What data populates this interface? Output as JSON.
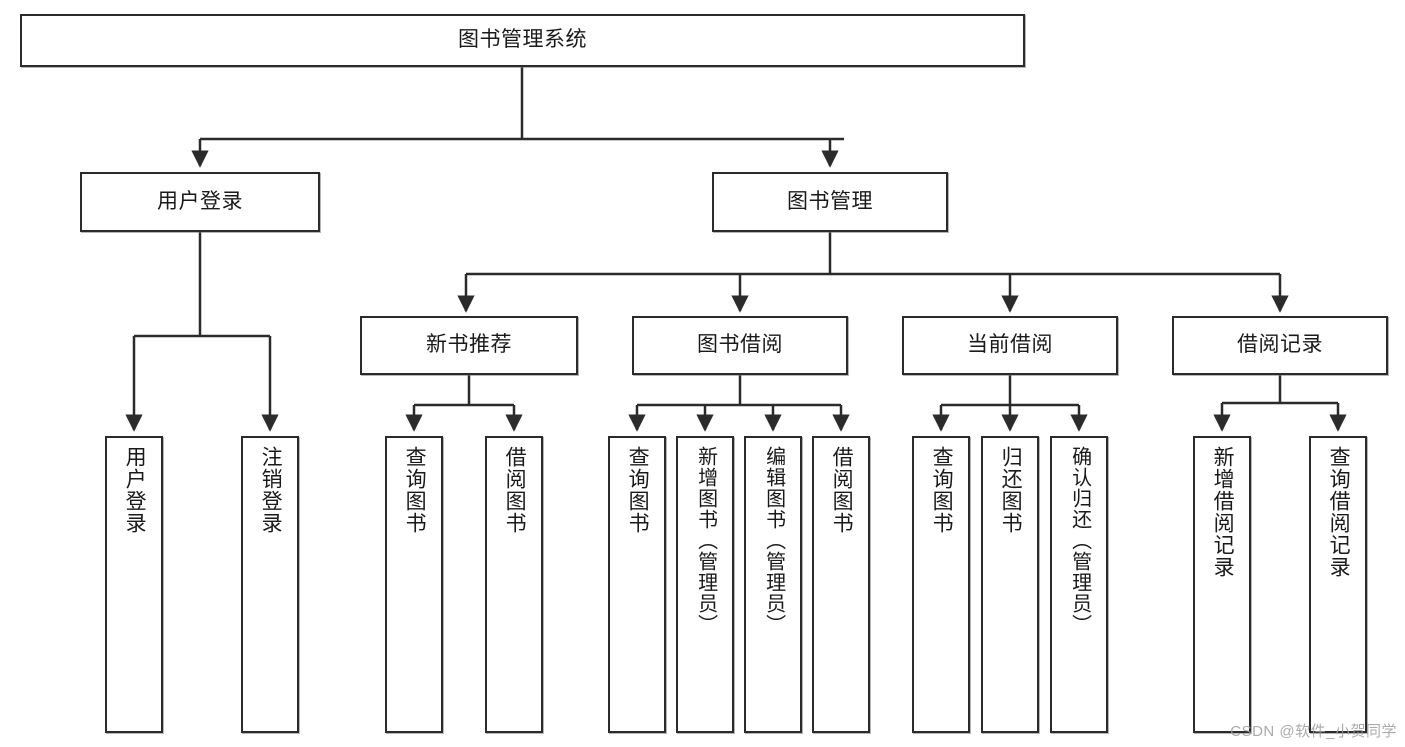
{
  "diagram": {
    "title": "图书管理系统",
    "watermark": "CSDN @软件_小贺同学",
    "levels": {
      "root": {
        "label": "图书管理系统"
      },
      "level2": [
        {
          "label": "用户登录"
        },
        {
          "label": "图书管理"
        }
      ],
      "level3": [
        {
          "label": "新书推荐"
        },
        {
          "label": "图书借阅"
        },
        {
          "label": "当前借阅"
        },
        {
          "label": "借阅记录"
        }
      ],
      "leaves_user_login": [
        {
          "label": "用户登录"
        },
        {
          "label": "注销登录"
        }
      ],
      "leaves_new_book": [
        {
          "label": "查询图书"
        },
        {
          "label": "借阅图书"
        }
      ],
      "leaves_borrow": [
        {
          "label": "查询图书"
        },
        {
          "label": "新增图书（管理员）"
        },
        {
          "label": "编辑图书（管理员）"
        },
        {
          "label": "借阅图书"
        }
      ],
      "leaves_current": [
        {
          "label": "查询图书"
        },
        {
          "label": "归还图书"
        },
        {
          "label": "确认归还（管理员）"
        }
      ],
      "leaves_record": [
        {
          "label": "新增借阅记录"
        },
        {
          "label": "查询借阅记录"
        }
      ]
    },
    "colors": {
      "stroke": "#2b2b2b",
      "fill": "#ffffff",
      "text": "#1a1a1a",
      "watermark": "#9c9c9c"
    }
  }
}
